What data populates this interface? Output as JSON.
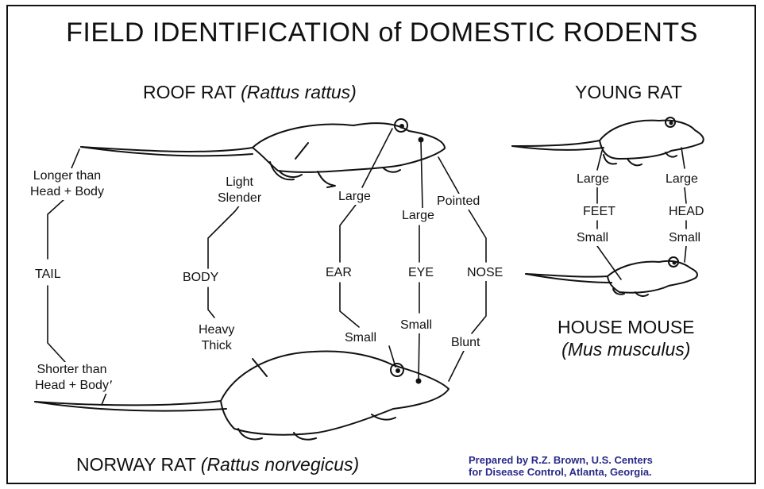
{
  "title": "FIELD IDENTIFICATION of DOMESTIC RODENTS",
  "roof_rat": {
    "name": "ROOF RAT",
    "scientific": "(Rattus rattus)"
  },
  "norway_rat": {
    "name": "NORWAY RAT",
    "scientific": "(Rattus norvegicus)"
  },
  "young_rat": {
    "name": "YOUNG RAT"
  },
  "house_mouse": {
    "name": "HOUSE MOUSE",
    "scientific": "(Mus musculus)"
  },
  "traits": {
    "tail": {
      "label": "TAIL",
      "roof": [
        "Longer than",
        "Head + Body"
      ],
      "norway": [
        "Shorter than",
        "Head + Body"
      ]
    },
    "body": {
      "label": "BODY",
      "roof": [
        "Light",
        "Slender"
      ],
      "norway": [
        "Heavy",
        "Thick"
      ]
    },
    "ear": {
      "label": "EAR",
      "roof": "Large",
      "norway": "Small"
    },
    "eye": {
      "label": "EYE",
      "roof": "Large",
      "norway": "Small"
    },
    "nose": {
      "label": "NOSE",
      "roof": "Pointed",
      "norway": "Blunt"
    },
    "feet": {
      "label": "FEET",
      "young": "Large",
      "mouse": "Small"
    },
    "head": {
      "label": "HEAD",
      "young": "Large",
      "mouse": "Small"
    }
  },
  "credit": [
    "Prepared by R.Z. Brown,  U.S. Centers",
    "for Disease Control, Atlanta, Georgia."
  ],
  "colors": {
    "line": "#111111",
    "credit": "#2a2a8a"
  }
}
